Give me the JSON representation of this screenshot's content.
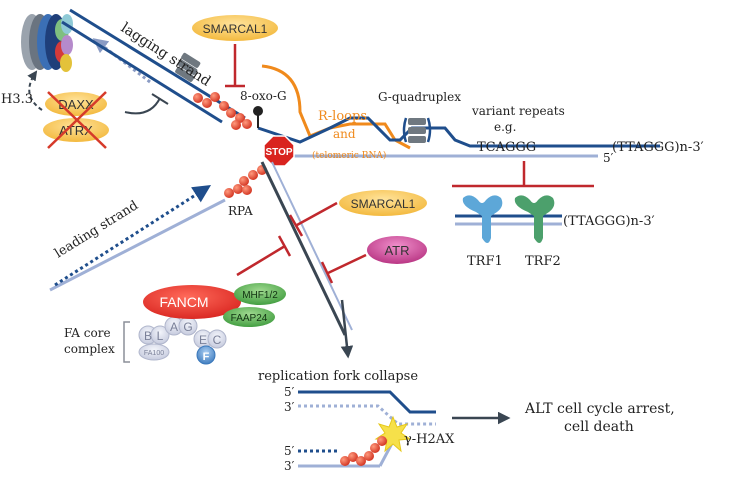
{
  "labels": {
    "smarcal1_top": "SMARCAL1",
    "smarcal1_mid": "SMARCAL1",
    "lagging_strand": "lagging strand",
    "leading_strand": "leading strand",
    "h33": "H3.3",
    "daxx": "DAXX",
    "atrx": "ATRX",
    "oxo_g": "8-oxo-G",
    "stop": "STOP",
    "r_loops": "R-loops",
    "and": "and",
    "telomeric_rna": "(telomeric RNA)",
    "g_quadruplex": "G-quadruplex",
    "variant_repeats": "variant repeats",
    "eg": "e.g.",
    "tcaggg": "TCAGGG",
    "ttaggg_top": "(TTAGGG)n-3′",
    "five_prime_top": "5′",
    "ttaggg_mid": "(TTAGGG)n-3′",
    "trf1": "TRF1",
    "trf2": "TRF2",
    "rpa": "RPA",
    "atr": "ATR",
    "fancm": "FANCM",
    "mhf": "MHF1/2",
    "faap24": "FAAP24",
    "fa_core_line1": "FA core",
    "fa_core_line2": "complex",
    "fa_b": "B",
    "fa_l": "L",
    "fa_a": "A",
    "fa_g": "G",
    "fa_e": "E",
    "fa_c": "C",
    "fa_f": "F",
    "fa100": "FA100",
    "fork_collapse": "replication fork collapse",
    "fc_5a": "5′",
    "fc_3a": "3′",
    "fc_5b": "5′",
    "fc_3b": "3′",
    "gh2ax": "γ-H2AX",
    "outcome_line1": "ALT cell cycle arrest,",
    "outcome_line2": "cell death"
  },
  "colors": {
    "navy": "#1f4e8c",
    "light_strand": "#9fb0d6",
    "inhibit_red": "#c0282d",
    "rpa_red": "#e0452f",
    "smarcal_yellow": "#f6c24a",
    "stop_red": "#d9241f",
    "orange": "#f08a1c",
    "atr_magenta": "#c4408f",
    "fancm_red": "#e5302a",
    "fa_green": "#3c9a3c",
    "trf_blue": "#5da7d8",
    "trf_green": "#4ca06c",
    "dark_slate": "#3a4652"
  }
}
